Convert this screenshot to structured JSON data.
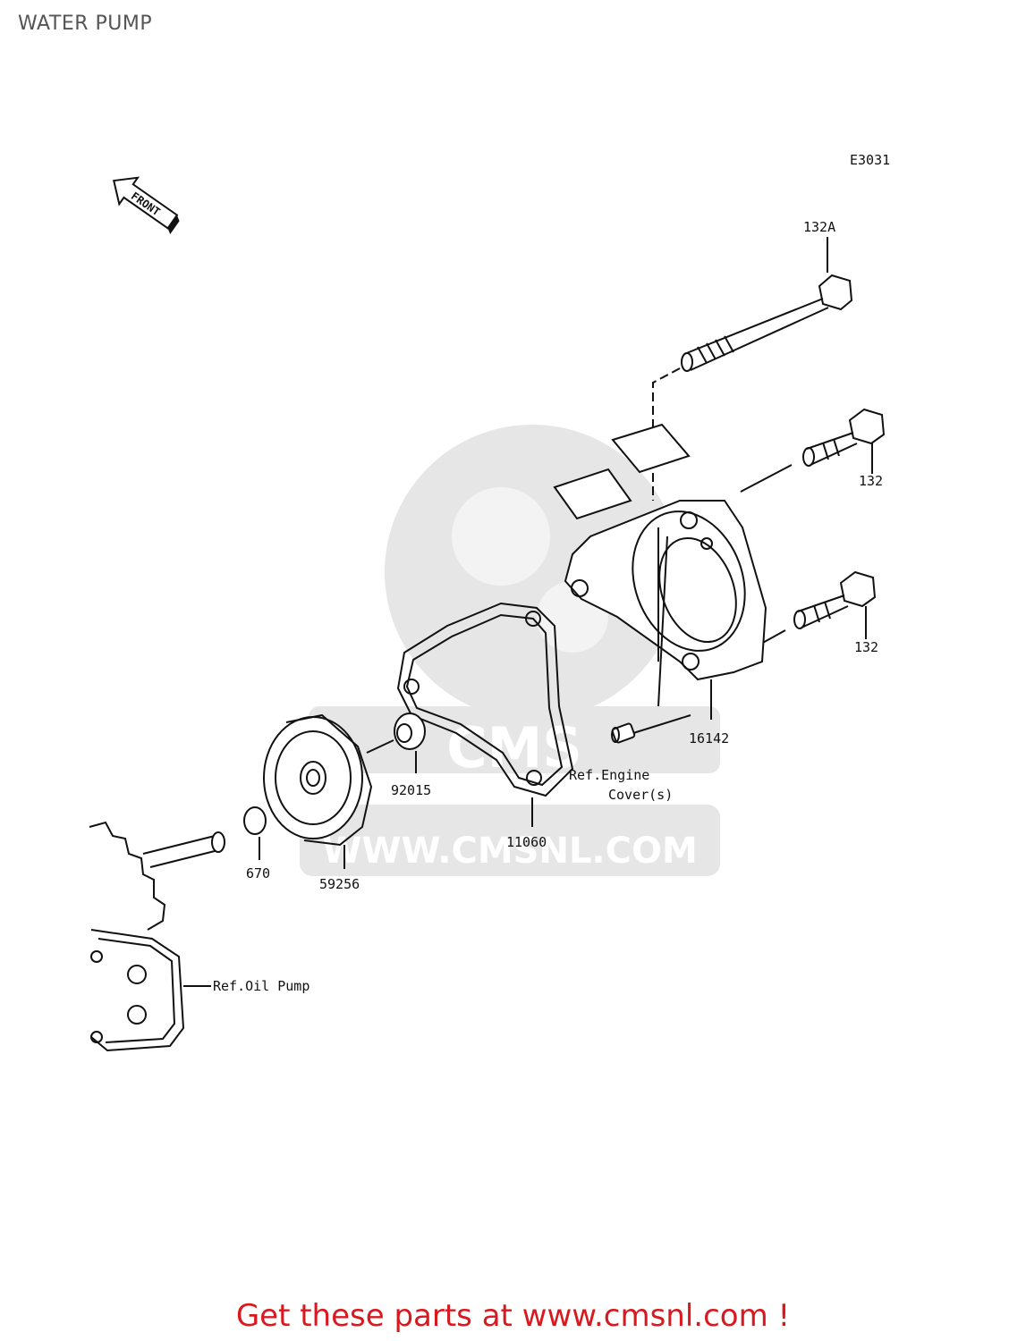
{
  "page_title": "WATER PUMP",
  "diagram_code": "E3031",
  "front_label": "FRONT",
  "watermark": {
    "brand": "CMS",
    "url": "WWW.CMSNL.COM"
  },
  "parts": {
    "bolt_long": "132A",
    "bolt_upper": "132",
    "bolt_lower": "132",
    "cover": "16142",
    "gasket": "11060",
    "washer": "92015",
    "impeller": "59256",
    "o_ring": "670"
  },
  "references": {
    "engine_cover_line1": "Ref.Engine",
    "engine_cover_line2": "Cover(s)",
    "oil_pump": "Ref.Oil Pump"
  },
  "cta": "Get these parts at www.cmsnl.com !",
  "colors": {
    "cta": "#d71920",
    "title": "#555555",
    "watermark": "#e6e6e6"
  }
}
